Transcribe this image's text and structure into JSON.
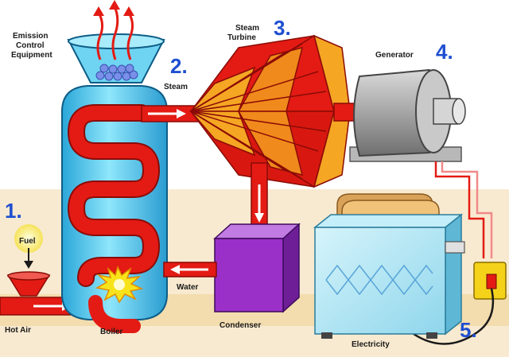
{
  "labels": {
    "emission": [
      "Emission",
      "Control",
      "Equipment"
    ],
    "steam": "Steam",
    "steam_turbine": [
      "Steam",
      "Turbine"
    ],
    "generator": "Generator",
    "fuel": "Fuel",
    "hot_air": "Hot Air",
    "boiler": "Boiler",
    "water": "Water",
    "condenser": "Condenser",
    "electricity": "Electricity"
  },
  "steps": [
    "1.",
    "2.",
    "3.",
    "4.",
    "5."
  ],
  "colors": {
    "number": "#1f4fd1",
    "boiler": "#5fd0f5",
    "pipe": "#e31b14",
    "condenser": "#9b30c8",
    "generator": "#a8a8a8",
    "toaster": "#b9e9f6",
    "ground": "#f7e7c6"
  }
}
